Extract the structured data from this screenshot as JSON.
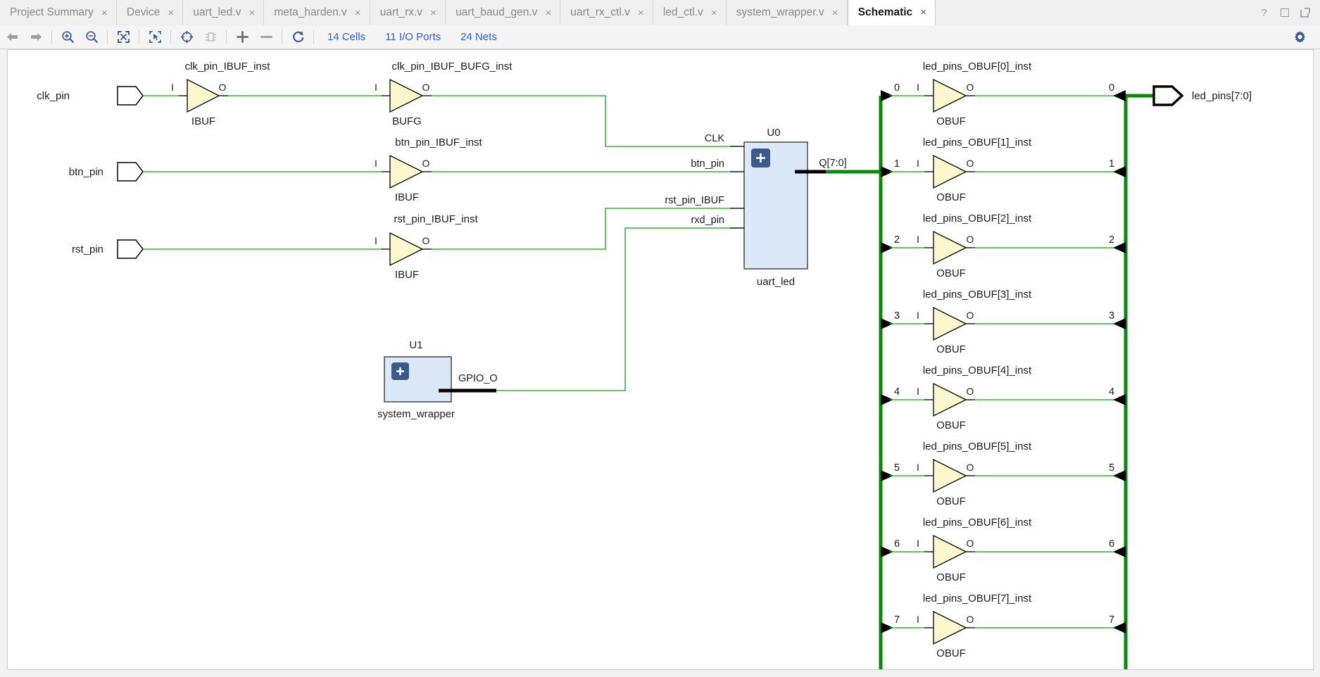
{
  "window": {
    "controls": [
      {
        "name": "help-icon",
        "glyph": "?"
      },
      {
        "name": "maximize-icon",
        "glyph": ""
      },
      {
        "name": "float-icon",
        "glyph": ""
      }
    ]
  },
  "tabs": [
    {
      "label": "Project Summary",
      "close": "×",
      "active": false
    },
    {
      "label": "Device",
      "close": "×",
      "active": false
    },
    {
      "label": "uart_led.v",
      "close": "×",
      "active": false
    },
    {
      "label": "meta_harden.v",
      "close": "×",
      "active": false
    },
    {
      "label": "uart_rx.v",
      "close": "×",
      "active": false
    },
    {
      "label": "uart_baud_gen.v",
      "close": "×",
      "active": false
    },
    {
      "label": "uart_rx_ctl.v",
      "close": "×",
      "active": false
    },
    {
      "label": "led_ctl.v",
      "close": "×",
      "active": false
    },
    {
      "label": "system_wrapper.v",
      "close": "×",
      "active": false
    },
    {
      "label": "Schematic",
      "close": "×",
      "active": true
    }
  ],
  "toolbar": {
    "buttons": [
      {
        "name": "back-arrow-icon",
        "enabled": true
      },
      {
        "name": "forward-arrow-icon",
        "enabled": true
      },
      {
        "name": "zoom-in-icon",
        "enabled": true
      },
      {
        "name": "zoom-out-icon",
        "enabled": true
      },
      {
        "name": "zoom-fit-icon",
        "enabled": true
      },
      {
        "name": "zoom-area-icon",
        "enabled": true
      },
      {
        "name": "auto-fit-icon",
        "enabled": true
      },
      {
        "name": "expand-cell-icon",
        "enabled": false
      },
      {
        "name": "add-cell-icon",
        "enabled": true
      },
      {
        "name": "remove-cell-icon",
        "enabled": true
      },
      {
        "name": "regenerate-icon",
        "enabled": true
      }
    ],
    "stats": [
      {
        "name": "cells-count",
        "label": "14 Cells"
      },
      {
        "name": "io-ports-count",
        "label": "11 I/O Ports"
      },
      {
        "name": "nets-count",
        "label": "24 Nets"
      }
    ],
    "settings": {
      "name": "gear-icon",
      "label": "Settings"
    }
  },
  "schematic": {
    "input_ports": [
      {
        "label": "clk_pin"
      },
      {
        "label": "btn_pin"
      },
      {
        "label": "rst_pin"
      }
    ],
    "output_ports": [
      {
        "label": "led_pins[7:0]"
      }
    ],
    "buffers": [
      {
        "instance": "clk_pin_IBUF_inst",
        "type": "IBUF",
        "in_pin": "I",
        "out_pin": "O"
      },
      {
        "instance": "clk_pin_IBUF_BUFG_inst",
        "type": "BUFG",
        "in_pin": "I",
        "out_pin": "O"
      },
      {
        "instance": "btn_pin_IBUF_inst",
        "type": "IBUF",
        "in_pin": "I",
        "out_pin": "O"
      },
      {
        "instance": "rst_pin_IBUF_inst",
        "type": "IBUF",
        "in_pin": "I",
        "out_pin": "O"
      }
    ],
    "obufs": [
      {
        "instance": "led_pins_OBUF[0]_inst",
        "type": "OBUF",
        "in_pin": "I",
        "out_pin": "O",
        "left_index": "0",
        "right_index": "0"
      },
      {
        "instance": "led_pins_OBUF[1]_inst",
        "type": "OBUF",
        "in_pin": "I",
        "out_pin": "O",
        "left_index": "1",
        "right_index": "1"
      },
      {
        "instance": "led_pins_OBUF[2]_inst",
        "type": "OBUF",
        "in_pin": "I",
        "out_pin": "O",
        "left_index": "2",
        "right_index": "2"
      },
      {
        "instance": "led_pins_OBUF[3]_inst",
        "type": "OBUF",
        "in_pin": "I",
        "out_pin": "O",
        "left_index": "3",
        "right_index": "3"
      },
      {
        "instance": "led_pins_OBUF[4]_inst",
        "type": "OBUF",
        "in_pin": "I",
        "out_pin": "O",
        "left_index": "4",
        "right_index": "4"
      },
      {
        "instance": "led_pins_OBUF[5]_inst",
        "type": "OBUF",
        "in_pin": "I",
        "out_pin": "O",
        "left_index": "5",
        "right_index": "5"
      },
      {
        "instance": "led_pins_OBUF[6]_inst",
        "type": "OBUF",
        "in_pin": "I",
        "out_pin": "O",
        "left_index": "6",
        "right_index": "6"
      },
      {
        "instance": "led_pins_OBUF[7]_inst",
        "type": "OBUF",
        "in_pin": "I",
        "out_pin": "O",
        "left_index": "7",
        "right_index": "7"
      }
    ],
    "blocks": [
      {
        "ref": "U0",
        "name": "uart_led",
        "inputs": [
          "CLK",
          "btn_pin",
          "rst_pin_IBUF",
          "rxd_pin"
        ],
        "outputs": [
          "Q[7:0]"
        ]
      },
      {
        "ref": "U1",
        "name": "system_wrapper",
        "inputs": [],
        "outputs": [
          "GPIO_O"
        ]
      }
    ],
    "colors": {
      "wire": "#15a015",
      "bus": "#0a8a0a",
      "buffer_fill": "#fbf8cd",
      "block_fill": "#dae8f7",
      "accent": "#2f5fd0"
    }
  }
}
